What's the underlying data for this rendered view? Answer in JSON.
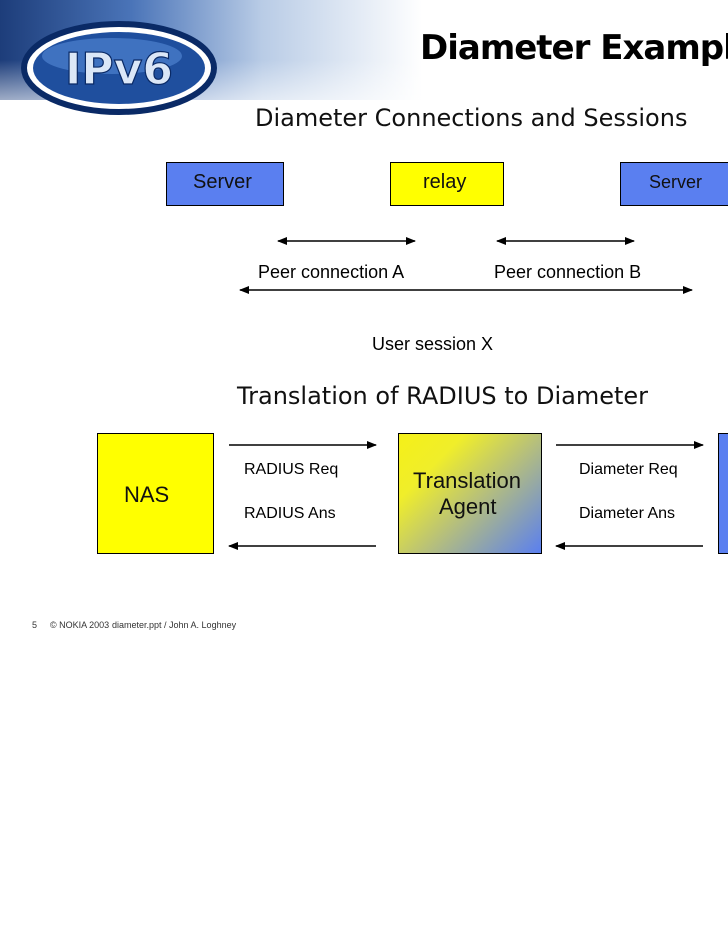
{
  "slide": {
    "title": "Diameter Example",
    "logo_text": "IPv6"
  },
  "connections": {
    "heading": "Diameter Connections and Sessions",
    "server_left": "Server",
    "relay": "relay",
    "server_right": "Server",
    "peer_a": "Peer connection A",
    "peer_b": "Peer connection B",
    "user_session": "User session X"
  },
  "translation": {
    "heading": "Translation of RADIUS to Diameter",
    "nas": "NAS",
    "agent_line1": "Translation",
    "agent_line2": "Agent",
    "radius_req": "RADIUS Req",
    "radius_ans": "RADIUS Ans",
    "diameter_req": "Diameter Req",
    "diameter_ans": "Diameter Ans"
  },
  "footer": {
    "page_number": "5",
    "copyright": "© NOKIA 2003",
    "file_author": "diameter.ppt / John A. Loghney"
  },
  "colors": {
    "server_blue": "#5a7ff0",
    "relay_yellow": "#ffff00",
    "nas_yellow": "#ffff00",
    "agent_gradient_start": "#f5f018",
    "agent_gradient_end": "#5a7ff0"
  }
}
